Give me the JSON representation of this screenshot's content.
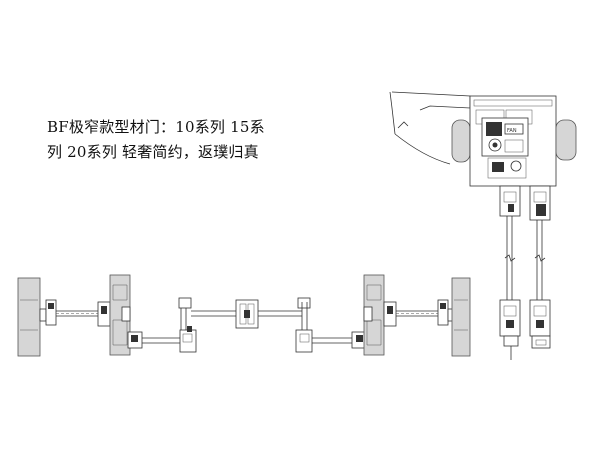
{
  "caption": {
    "line1": "BF极窄款型材门：10系列 15系",
    "line2": "列 20系列 轻奢简约，返璞归真"
  },
  "labels": {
    "fan_tag": "FAN"
  },
  "colors": {
    "line": "#333333",
    "frame_fill": "#d6d6d6",
    "background": "#ffffff"
  }
}
